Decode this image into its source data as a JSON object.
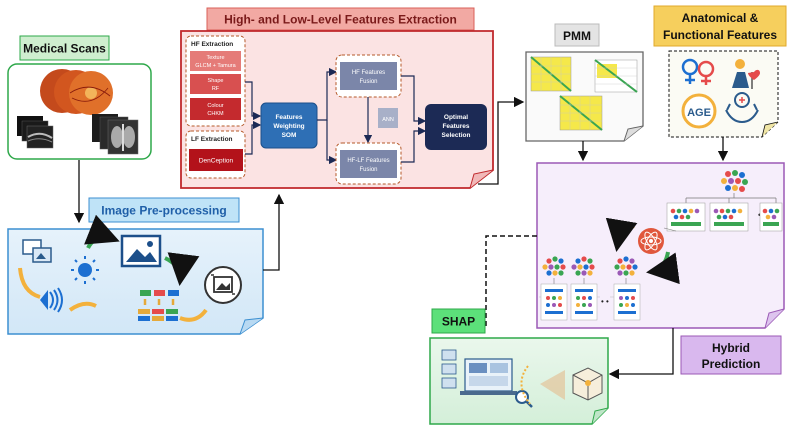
{
  "titles": {
    "medical_scans": "Medical Scans",
    "image_preprocessing": "Image Pre-processing",
    "feature_extraction": "High- and Low-Level Features Extraction",
    "pmm": "PMM",
    "anatomical_line1": "Anatomical &",
    "anatomical_line2": "Functional Features",
    "shap": "SHAP",
    "hybrid_line1": "Hybrid",
    "hybrid_line2": "Prediction"
  },
  "feature_extraction": {
    "hf_label": "HF Extraction",
    "texture_line1": "Texture",
    "texture_line2": "GLCM + Tamura",
    "shape_line1": "Shape",
    "shape_line2": "RF",
    "colour_line1": "Colour",
    "colour_line2": "CHKM",
    "lf_label": "LF Extraction",
    "denception": "DenCeption",
    "weighting_line1": "Features",
    "weighting_line2": "Weighting",
    "weighting_line3": "SOM",
    "hf_fusion_line1": "HF Features",
    "hf_fusion_line2": "Fusion",
    "ann": "ANN",
    "hflf_fusion_line1": "HF-LF Features",
    "hflf_fusion_line2": "Fusion",
    "optimal_line1": "Optimal",
    "optimal_line2": "Features",
    "optimal_line3": "Selection"
  },
  "anatomical": {
    "age_label": "AGE"
  },
  "colors": {
    "green": "#2ea84a",
    "blue_title": "#1f5fa8",
    "red": "#c0282c",
    "purple": "#9b59b6",
    "yellow": "#f6cf5d",
    "dark_red": "#b3121a",
    "steel_blue": "#2e6fb5",
    "navy": "#1c2a55",
    "pmm_yellow": "#f5e84a"
  }
}
